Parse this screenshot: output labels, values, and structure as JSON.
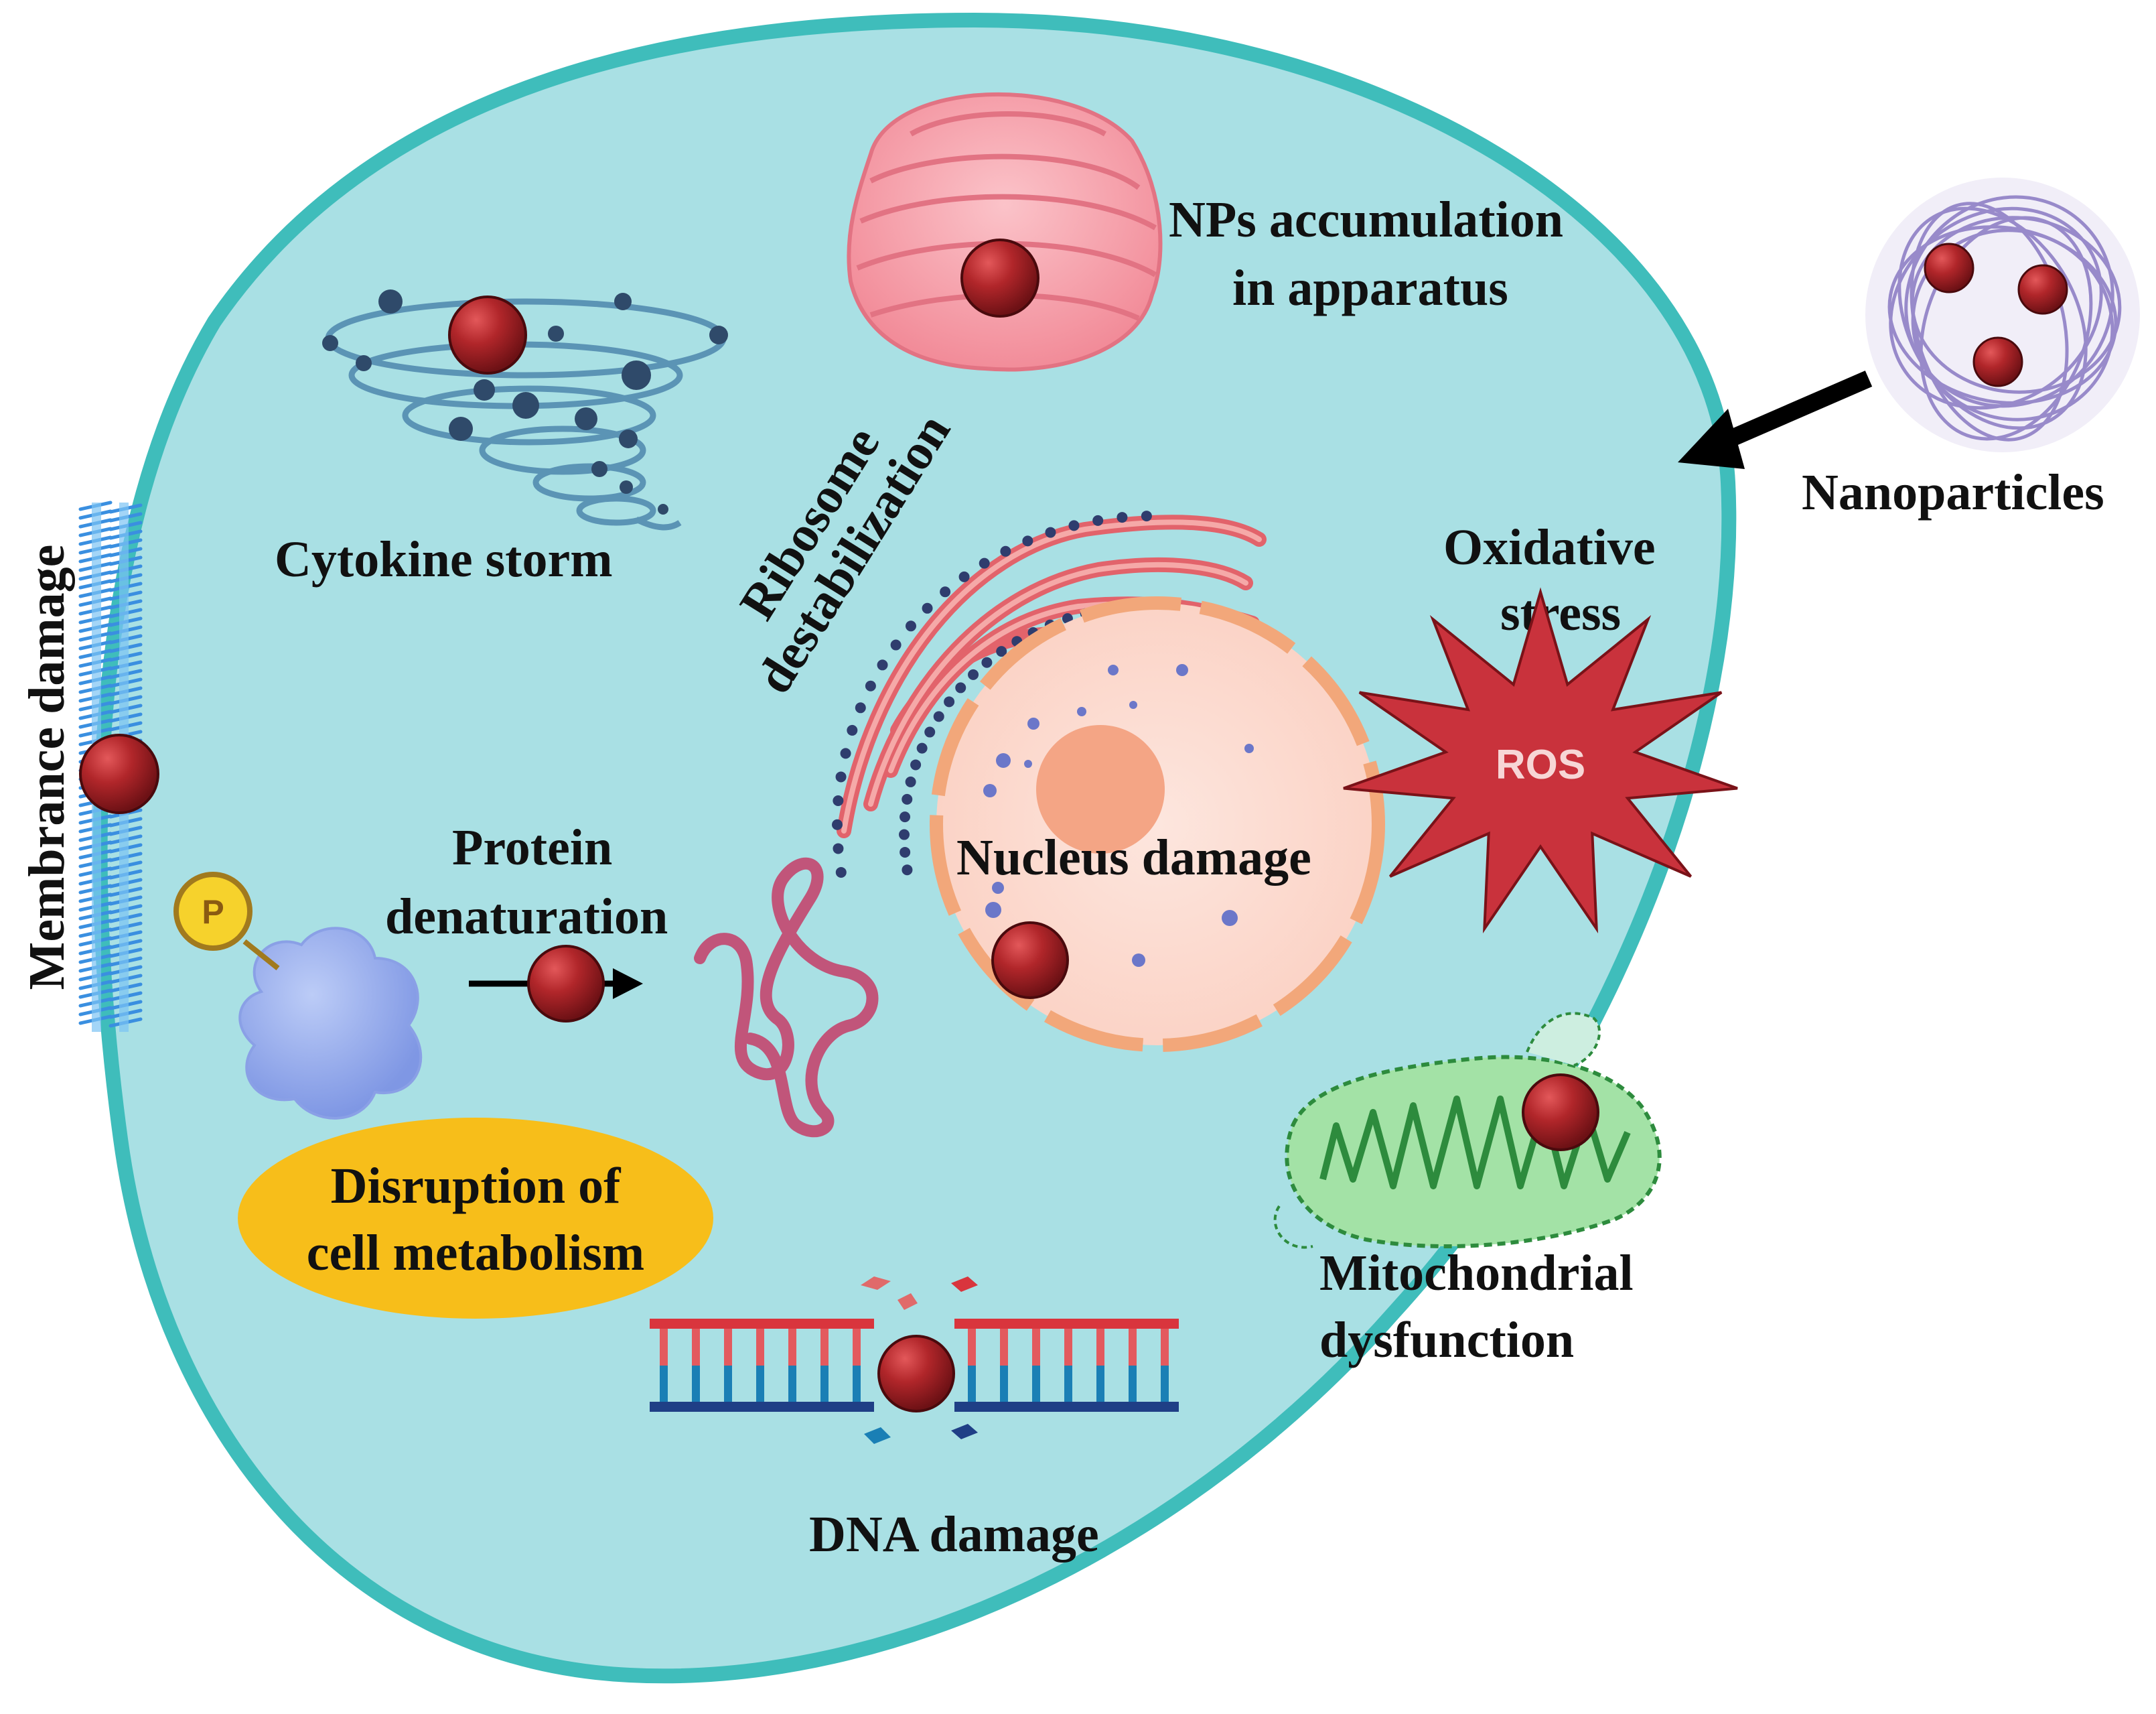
{
  "labels": {
    "nps_accumulation_line1": "NPs accumulation",
    "nps_accumulation_line2": "in apparatus",
    "nanoparticles": "Nanoparticles",
    "cytokine_storm": "Cytokine storm",
    "ribosome_line1": "Ribosome",
    "ribosome_line2": "destabilization",
    "oxidative_line1": "Oxidative",
    "oxidative_line2": "stress",
    "ros": "ROS",
    "membrane_damage": "Membrance damage",
    "protein_line1": "Protein",
    "protein_line2": "denaturation",
    "nucleus_damage": "Nucleus damage",
    "disruption_line1": "Disruption of",
    "disruption_line2": "cell metabolism",
    "mitochondrial_line1": "Mitochondrial",
    "mitochondrial_line2": "dysfunction",
    "dna_damage": "DNA damage",
    "phosphate": "P"
  },
  "colors": {
    "cell_fill": "#a9e0e4",
    "cell_membrane": "#3fbdbb",
    "nanoparticle": "#b1262a",
    "golgi": "#f6a3ad",
    "er": "#e2636b",
    "ribosome_dots": "#2f3d6e",
    "nucleus_fill": "#fbd9cf",
    "nucleus_envelope": "#f2a77a",
    "nucleolus": "#f4a585",
    "ros_star": "#c9323c",
    "mitochondria": "#a3e2a6",
    "metabolism_ellipse": "#f7be1a",
    "protein": "#9db1ee",
    "phosphate": "#f6d22c",
    "denatured_protein": "#c1557a",
    "cytokine": "#5b94b5",
    "dna_red": "#d9353d",
    "dna_blue": "#1a7fb5",
    "dna_navy": "#1f3f86"
  }
}
